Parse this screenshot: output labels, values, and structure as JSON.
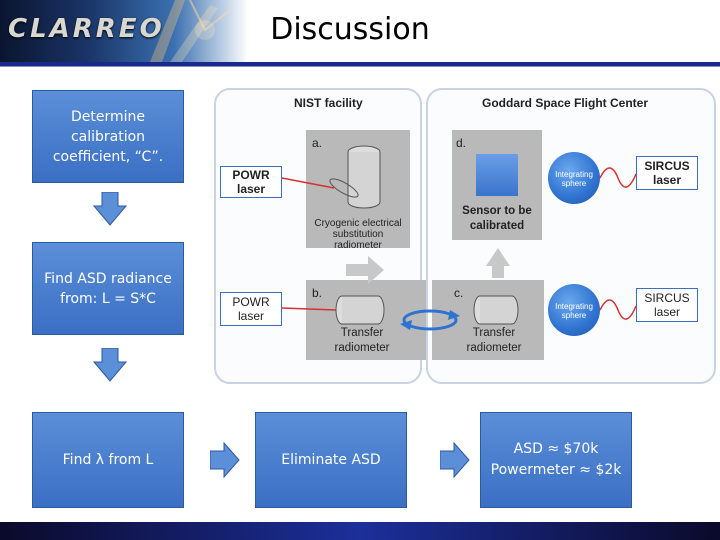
{
  "header": {
    "logo_text": "CLARREO",
    "title": "Discussion"
  },
  "flow": {
    "step1": "Determine calibration coefficient, “C”.",
    "step2": "Find ASD radiance from: L = S*C",
    "step3": "Find λ from L",
    "step4": "Eliminate ASD",
    "step5": "ASD ≈ $70k Powermeter ≈ $2k"
  },
  "diagram": {
    "nist_title": "NIST facility",
    "gsfc_title": "Goddard Space Flight Center",
    "panel_a": {
      "letter": "a.",
      "laser": "POWR laser",
      "caption": "Cryogenic electrical substitution radiometer"
    },
    "panel_b": {
      "letter": "b.",
      "laser": "POWR laser",
      "caption": "Transfer radiometer"
    },
    "panel_c": {
      "letter": "c.",
      "caption": "Transfer radiometer"
    },
    "panel_d": {
      "letter": "d.",
      "caption": "Sensor to be calibrated"
    },
    "sphere_label": "Integrating sphere",
    "sircus_label": "SIRCUS laser",
    "colors": {
      "blue_box": "#3a6fc4",
      "gray_box": "#b9b9b9",
      "sphere": "#2f73d0",
      "laser_line": "#d83030"
    }
  }
}
